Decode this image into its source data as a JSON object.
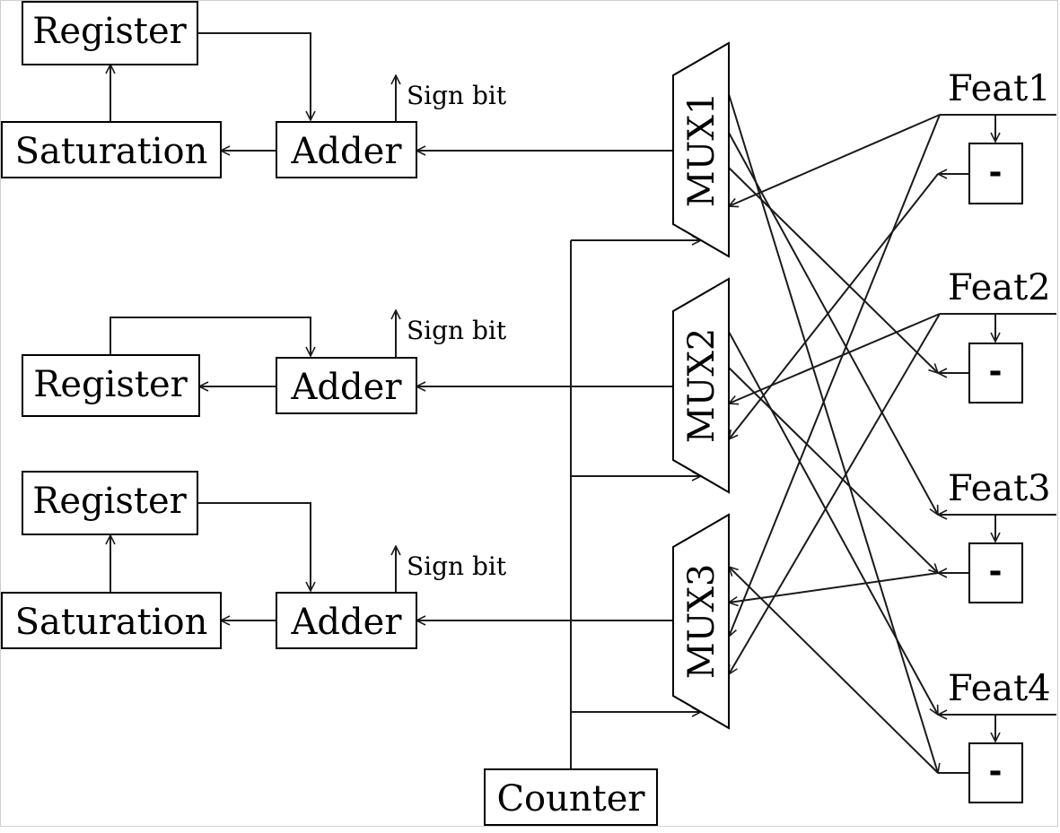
{
  "blocks": {
    "register_1": "Register",
    "saturation_1": "Saturation",
    "adder_1": "Adder",
    "register_2": "Register",
    "adder_2": "Adder",
    "register_3": "Register",
    "saturation_3": "Saturation",
    "adder_3": "Adder",
    "counter": "Counter",
    "mux_1": "MUX1",
    "mux_2": "MUX2",
    "mux_3": "MUX3"
  },
  "sign_labels": [
    "Sign bit",
    "Sign bit",
    "Sign bit"
  ],
  "features": [
    "Feat1",
    "Feat2",
    "Feat3",
    "Feat4"
  ],
  "negate_symbol": "-"
}
